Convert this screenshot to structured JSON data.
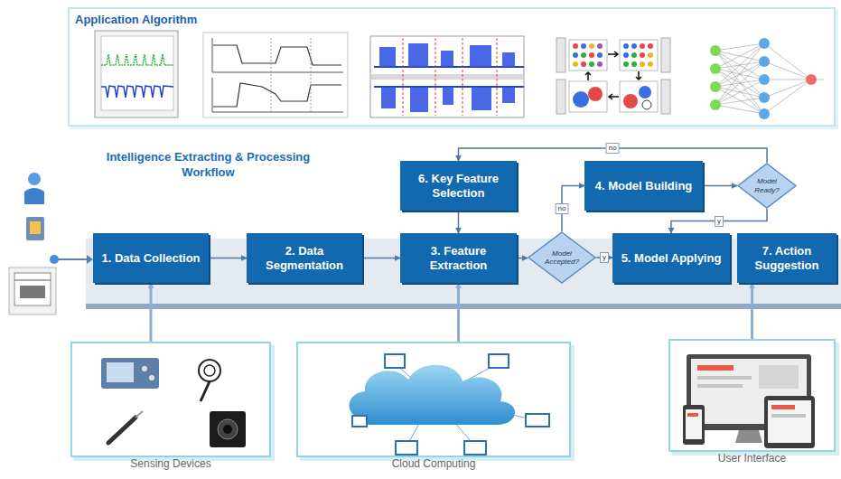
{
  "diagram": {
    "nodes": [
      {
        "text": [
          "Application Algorithm"
        ]
      },
      {
        "text": [
          "1. Data Collection"
        ]
      },
      {
        "text": [
          "2. Data Segmentation"
        ]
      },
      {
        "text": [
          "6. Key Feature Selection"
        ]
      },
      {
        "text": [
          "3. Feature Extraction"
        ]
      },
      {
        "text": [
          "Model Accepted?"
        ]
      },
      {
        "text": [
          "4. Model Building"
        ]
      },
      {
        "text": [
          "Model Ready?"
        ]
      },
      {
        "text": [
          "5. Model Applying"
        ]
      },
      {
        "text": [
          "7. Action Suggestion"
        ]
      },
      {
        "text": [
          "Sensing Devices"
        ]
      },
      {
        "text": [
          "Cloud Computing"
        ]
      },
      {
        "text": [
          "User Interface"
        ]
      }
    ],
    "edges": [
      {
        "from": 1,
        "to": 2,
        "arrow": "to"
      },
      {
        "from": 2,
        "to": 4,
        "arrow": "to"
      },
      {
        "from": 3,
        "to": 4,
        "arrow": "to"
      },
      {
        "from": 4,
        "to": 5,
        "arrow": "to"
      },
      {
        "from": 5,
        "to": 6,
        "label": "no",
        "arrow": "to"
      },
      {
        "from": 5,
        "to": 8,
        "label": "y",
        "arrow": "to"
      },
      {
        "from": 6,
        "to": 7,
        "arrow": "to"
      },
      {
        "from": 7,
        "to": 3,
        "label": "no",
        "arrow": "to"
      },
      {
        "from": 7,
        "to": 8,
        "label": "y",
        "arrow": "to"
      },
      {
        "from": 10,
        "to": 1,
        "arrow": "to"
      },
      {
        "from": 11,
        "to": 4,
        "arrow": "to"
      },
      {
        "from": 12,
        "to": 9,
        "arrow": "to"
      }
    ],
    "labels": [
      "Intelligence Extracting & Processing Workflow"
    ]
  }
}
